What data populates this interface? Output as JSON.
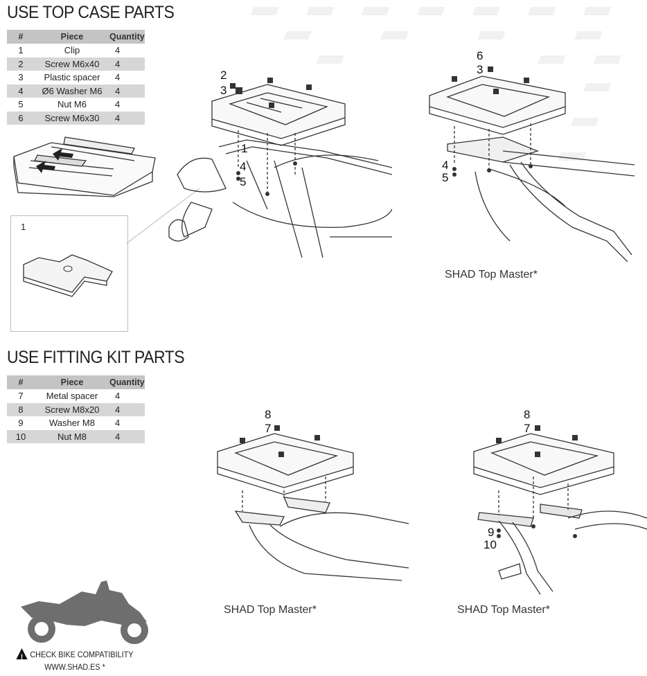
{
  "sections": {
    "top_case": {
      "title": "USE TOP CASE PARTS",
      "headers": [
        "#",
        "Piece",
        "Quantity"
      ],
      "rows": [
        {
          "num": "1",
          "piece": "Clip",
          "qty": "4"
        },
        {
          "num": "2",
          "piece": "Screw M6x40",
          "qty": "4"
        },
        {
          "num": "3",
          "piece": "Plastic spacer",
          "qty": "4"
        },
        {
          "num": "4",
          "piece": "Ø6 Washer M6",
          "qty": "4"
        },
        {
          "num": "5",
          "piece": "Nut M6",
          "qty": "4"
        },
        {
          "num": "6",
          "piece": "Screw M6x30",
          "qty": "4"
        }
      ]
    },
    "fitting_kit": {
      "title": "USE FITTING KIT PARTS",
      "headers": [
        "#",
        "Piece",
        "Quantity"
      ],
      "rows": [
        {
          "num": "7",
          "piece": "Metal spacer",
          "qty": "4"
        },
        {
          "num": "8",
          "piece": "Screw M8x20",
          "qty": "4"
        },
        {
          "num": "9",
          "piece": "Washer M8",
          "qty": "4"
        },
        {
          "num": "10",
          "piece": "Nut M8",
          "qty": "4"
        }
      ]
    }
  },
  "detail": {
    "label": "1"
  },
  "diagram_labels": {
    "d1": [
      "2",
      "3",
      "1",
      "4",
      "5"
    ],
    "d2": [
      "6",
      "3",
      "4",
      "5"
    ],
    "d3": [
      "8",
      "7"
    ],
    "d4": [
      "8",
      "7",
      "9",
      "10"
    ]
  },
  "captions": {
    "top_right": "SHAD Top Master*",
    "bottom_middle": "SHAD Top Master*",
    "bottom_right": "SHAD Top Master*"
  },
  "compatibility": {
    "line1": "CHECK BIKE COMPATIBILITY",
    "line2": "WWW.SHAD.ES *"
  },
  "colors": {
    "table_shade": "#d6d6d6",
    "header_shade": "#c4c4c4",
    "line_art": "#222222",
    "silhouette": "#6e6e6e"
  }
}
